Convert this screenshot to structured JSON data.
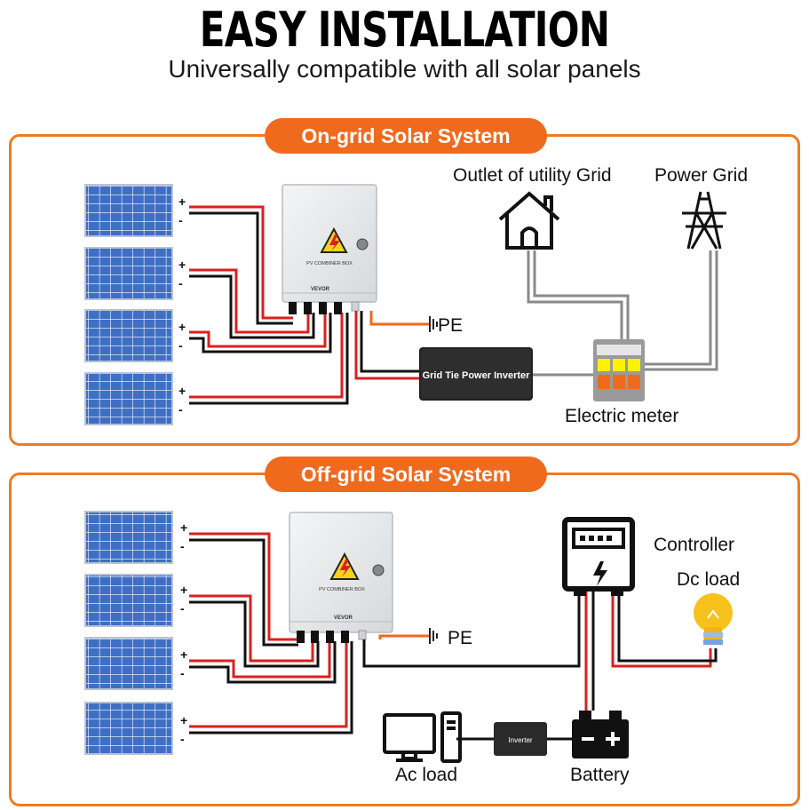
{
  "header": {
    "title": "EASY INSTALLATION",
    "subtitle": "Universally compatible with all solar panels"
  },
  "on_grid": {
    "section_title": "On-grid Solar System",
    "outlet_label": "Outlet of utility Grid",
    "power_grid_label": "Power Grid",
    "pe_label": "PE",
    "inverter_label": "Grid Tie Power Inverter",
    "meter_label": "Electric meter",
    "combiner_box_text": "PV COMBINER BOX",
    "brand": "VEVOR",
    "panel_signs": [
      "+",
      "-",
      "+",
      "-",
      "+",
      "-",
      "+",
      "-"
    ]
  },
  "off_grid": {
    "section_title": "Off-grid Solar System",
    "controller_label": "Controller",
    "dc_load_label": "Dc load",
    "pe_label": "PE",
    "inverter_label": "Inverter",
    "ac_load_label": "Ac load",
    "battery_label": "Battery",
    "combiner_box_text": "PV COMBINER BOX",
    "brand": "VEVOR",
    "panel_signs": [
      "+",
      "-",
      "+",
      "-",
      "+",
      "-",
      "+",
      "-"
    ]
  },
  "colors": {
    "accent": "#f06a1e",
    "frame": "#f07a24",
    "panel_blue": "#3f6fc4",
    "wire_red": "#d9211e",
    "wire_black": "#111111",
    "wire_gray": "#7a7a7a"
  }
}
